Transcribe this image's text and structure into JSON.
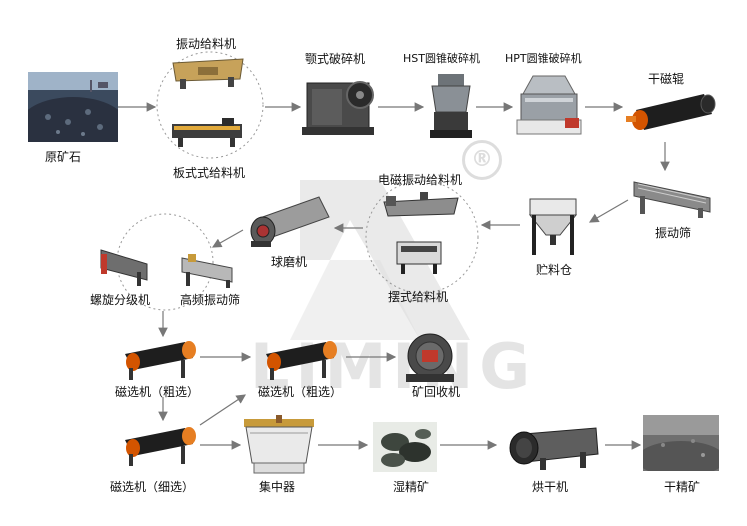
{
  "labels": {
    "raw_ore": "原矿石",
    "vibrating_feeder": "振动给料机",
    "apron_feeder": "板式式给料机",
    "jaw_crusher": "颚式破碎机",
    "hst_cone": "HST圆锥破碎机",
    "hpt_cone": "HPT圆锥破碎机",
    "dry_magnetic_roll": "干磁辊",
    "vibrating_screen": "振动筛",
    "storage_bin": "贮料仓",
    "em_vibrating_feeder": "电磁振动给料机",
    "swing_feeder": "摆式给料机",
    "ball_mill": "球磨机",
    "spiral_classifier": "螺旋分级机",
    "hf_screen": "高频振动筛",
    "mag_sep_rough_1": "磁选机（粗选）",
    "mag_sep_rough_2": "磁选机（粗选）",
    "ore_recovery": "矿回收机",
    "mag_sep_fine": "磁选机（细选）",
    "concentrator": "集中器",
    "wet_concentrate": "湿精矿",
    "dryer": "烘干机",
    "dry_concentrate": "干精矿"
  },
  "watermark": {
    "brand": "LIMING",
    "registered": "®"
  },
  "colors": {
    "steel": "#6d7378",
    "dark": "#2b2b2b",
    "accent": "#e3261c",
    "arrow": "#777777",
    "gold": "#c79a3a"
  }
}
